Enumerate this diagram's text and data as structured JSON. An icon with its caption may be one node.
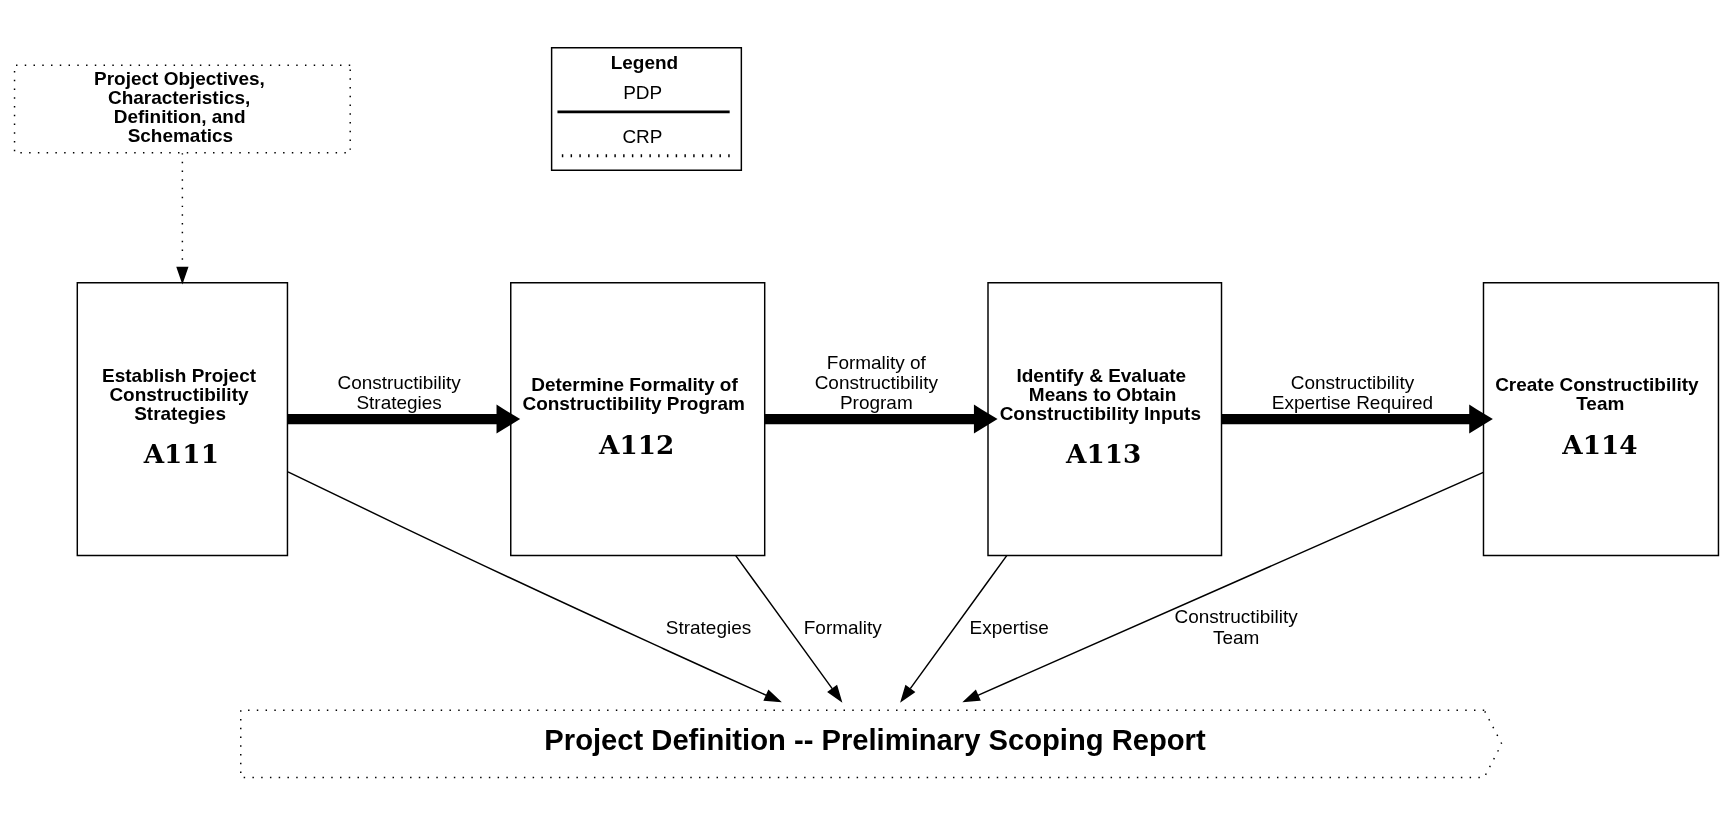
{
  "diagram": {
    "nodes": [
      {
        "text": [
          "Project Objectives, Characteristics, Definition, and Schematics"
        ]
      },
      {
        "text": [
          "Establish Project Constructibility Strategies",
          "A111"
        ]
      },
      {
        "text": [
          "Determine Formality of Constructibility Program",
          "A112"
        ]
      },
      {
        "text": [
          "Identify & Evaluate Means to Obtain Constructibility Inputs",
          "A113"
        ]
      },
      {
        "text": [
          "Create Constructibility Team",
          "A114"
        ]
      },
      {
        "text": [
          "Project Definition -- Preliminary Scoping Report"
        ]
      }
    ],
    "edges": [
      {
        "from": 0,
        "to": 1,
        "arrow": "to",
        "style": "dashed"
      },
      {
        "from": 1,
        "to": 2,
        "arrow": "to",
        "label": "Constructibility Strategies",
        "style": "thick"
      },
      {
        "from": 2,
        "to": 3,
        "arrow": "to",
        "label": "Formality of Constructibility Program",
        "style": "thick"
      },
      {
        "from": 3,
        "to": 4,
        "arrow": "to",
        "label": "Constructibility Expertise Required",
        "style": "thick"
      },
      {
        "from": 1,
        "to": 5,
        "arrow": "to",
        "label": "Strategies"
      },
      {
        "from": 2,
        "to": 5,
        "arrow": "to",
        "label": "Formality"
      },
      {
        "from": 3,
        "to": 5,
        "arrow": "to",
        "label": "Expertise"
      },
      {
        "from": 4,
        "to": 5,
        "arrow": "to",
        "label": "Constructibility Team"
      }
    ],
    "labels": [
      "Legend"
    ],
    "legend": [
      {
        "text": "PDP"
      },
      {
        "text": "CRP"
      }
    ]
  }
}
